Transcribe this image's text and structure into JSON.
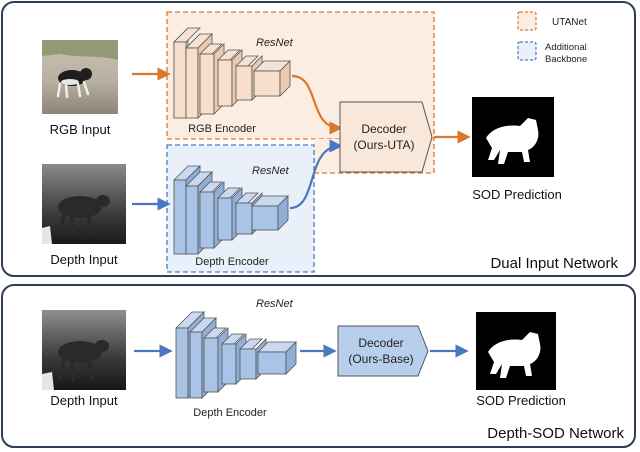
{
  "legend": {
    "utanet": "UTANet",
    "backbone_line1": "Additional",
    "backbone_line2": "Backbone"
  },
  "dual_network": {
    "title": "Dual Input Network",
    "rgb_input_label": "RGB Input",
    "depth_input_label": "Depth Input",
    "rgb_encoder_label": "RGB Encoder",
    "depth_encoder_label": "Depth Encoder",
    "resnet_top": "ResNet",
    "resnet_bottom": "ResNet",
    "decoder_line1": "Decoder",
    "decoder_line2": "(Ours-UTA)",
    "prediction_label": "SOD Prediction"
  },
  "depth_network": {
    "title": "Depth-SOD Network",
    "depth_input_label": "Depth Input",
    "encoder_label": "Depth Encoder",
    "resnet": "ResNet",
    "decoder_line1": "Decoder",
    "decoder_line2": "(Ours-Base)",
    "prediction_label": "SOD Prediction"
  },
  "colors": {
    "orange_accent": "#D9772E",
    "blue_accent": "#4A78C0",
    "frame_dark": "#2F3E52",
    "rgb_block_fill": "#F7DFCB",
    "depth_block_fill": "#A9C4E6",
    "utanet_region": "#FBEDE2",
    "backbone_region": "#EAF0FA",
    "decoder_fill_top": "#F9E8DA",
    "decoder_fill_bottom": "#B7CFEC"
  }
}
